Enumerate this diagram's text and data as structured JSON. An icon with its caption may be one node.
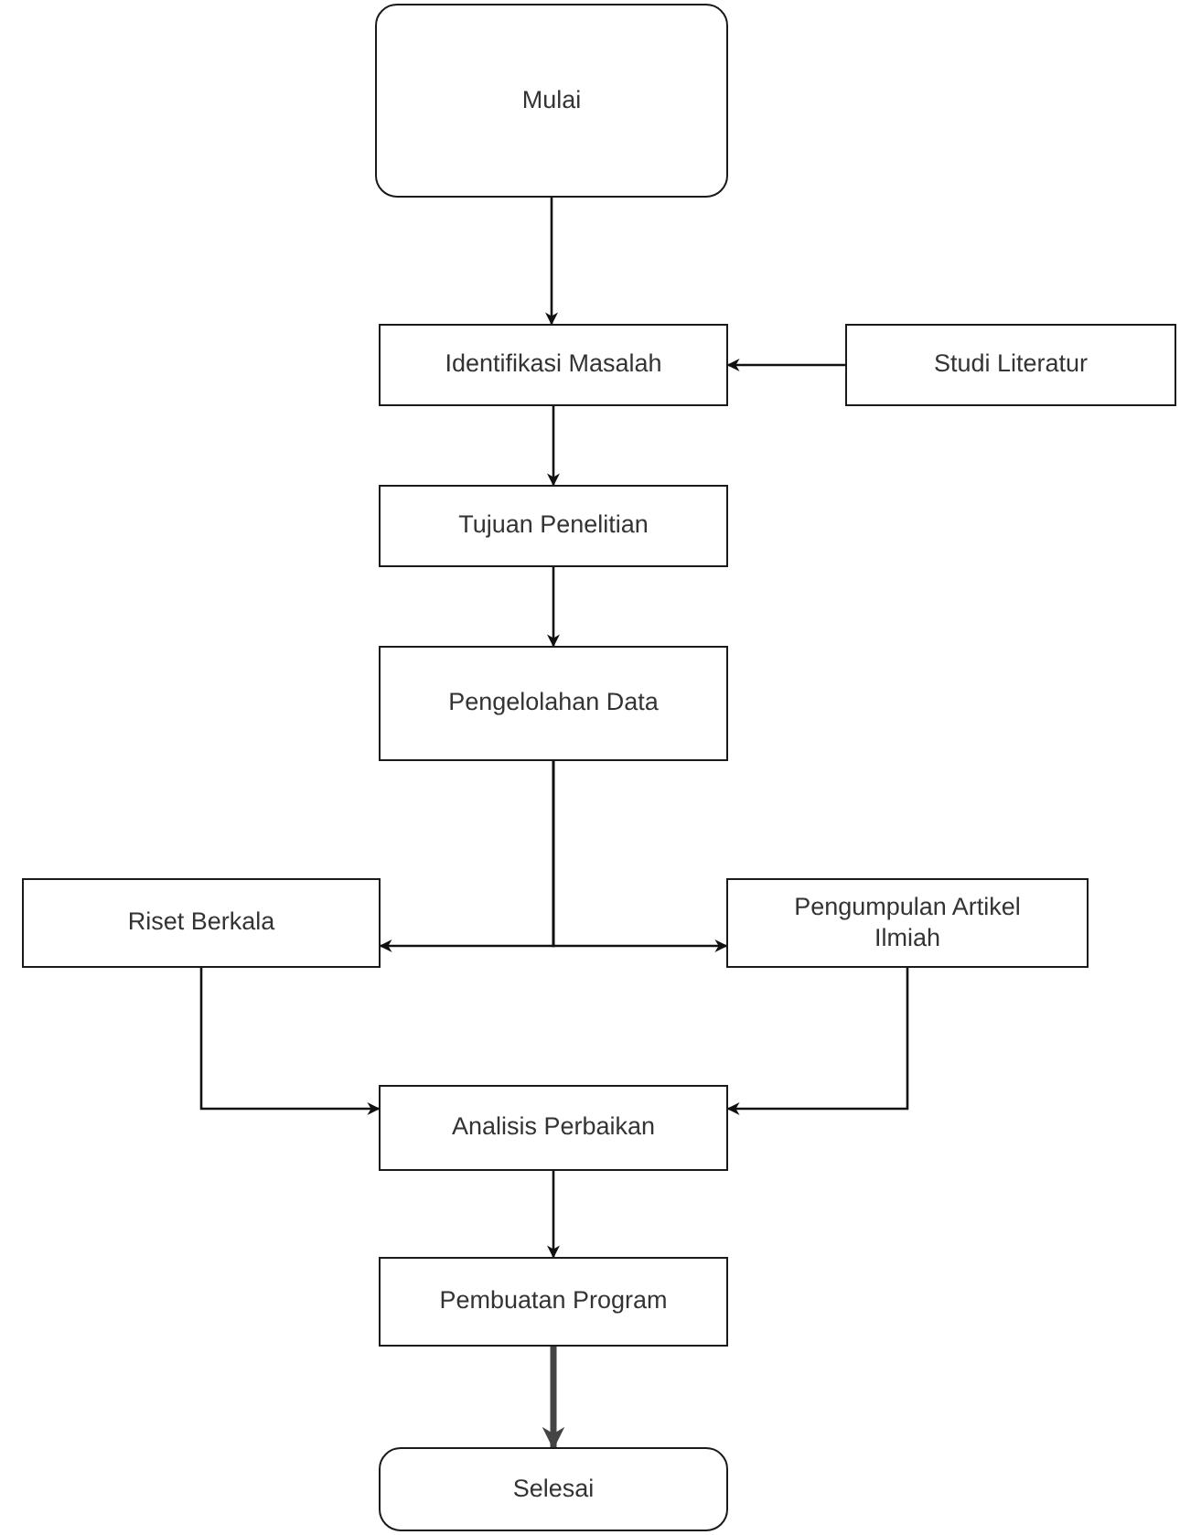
{
  "diagram": {
    "nodes": [
      {
        "text": [
          "Mulai"
        ]
      },
      {
        "text": [
          "Identifikasi Masalah"
        ]
      },
      {
        "text": [
          "Studi Literatur"
        ]
      },
      {
        "text": [
          "Tujuan Penelitian"
        ]
      },
      {
        "text": [
          "Pengelolahan Data"
        ]
      },
      {
        "text": [
          "Riset Berkala"
        ]
      },
      {
        "text": [
          "Pengumpulan Artikel Ilmiah"
        ]
      },
      {
        "text": [
          "Analisis Perbaikan"
        ]
      },
      {
        "text": [
          "Pembuatan Program"
        ]
      },
      {
        "text": [
          "Selesai"
        ]
      }
    ],
    "edges": [
      {
        "from": 0,
        "to": 1,
        "arrow": "to"
      },
      {
        "from": 2,
        "to": 1,
        "arrow": "to"
      },
      {
        "from": 1,
        "to": 3,
        "arrow": "to"
      },
      {
        "from": 3,
        "to": 4,
        "arrow": "to"
      },
      {
        "from": 4,
        "to": 5,
        "arrow": "to"
      },
      {
        "from": 4,
        "to": 6,
        "arrow": "to"
      },
      {
        "from": 5,
        "to": 7,
        "arrow": "to"
      },
      {
        "from": 6,
        "to": 7,
        "arrow": "to"
      },
      {
        "from": 7,
        "to": 8,
        "arrow": "to"
      },
      {
        "from": 8,
        "to": 9,
        "arrow": "to",
        "style": "thick"
      }
    ]
  }
}
